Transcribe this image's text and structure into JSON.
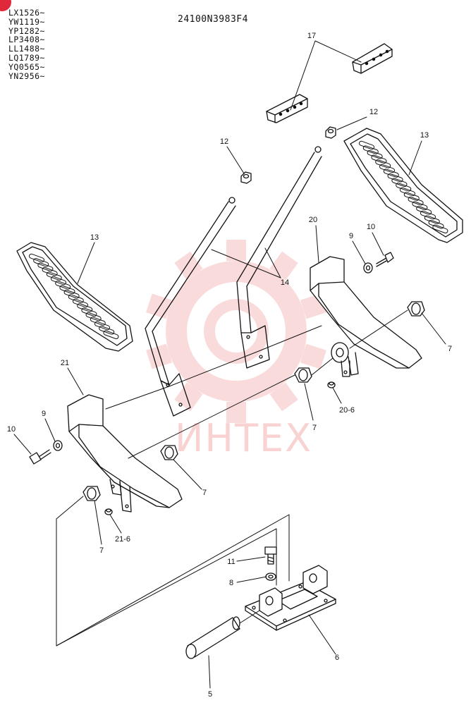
{
  "serial_numbers": [
    "LX1526~",
    "YW1119~",
    "YP1282~",
    "LP3408~",
    "LL1488~",
    "LQ1789~",
    "YQ0565~",
    "YN2956~"
  ],
  "drawing_number": "24100N3983F4",
  "watermark": {
    "text": "ИНТЕХ",
    "color": "#f08080"
  },
  "badge_color": "#e0283a",
  "callouts": {
    "p17": "17",
    "p12a": "12",
    "p12b": "12",
    "p13a": "13",
    "p13b": "13",
    "p14": "14",
    "p20": "20",
    "p9a": "9",
    "p10a": "10",
    "p7a": "7",
    "p20_6": "20-6",
    "p7b": "7",
    "p21": "21",
    "p9b": "9",
    "p10b": "10",
    "p7c": "7",
    "p7d": "7",
    "p21_6": "21-6",
    "p11": "11",
    "p8": "8",
    "p6": "6",
    "p5": "5"
  }
}
